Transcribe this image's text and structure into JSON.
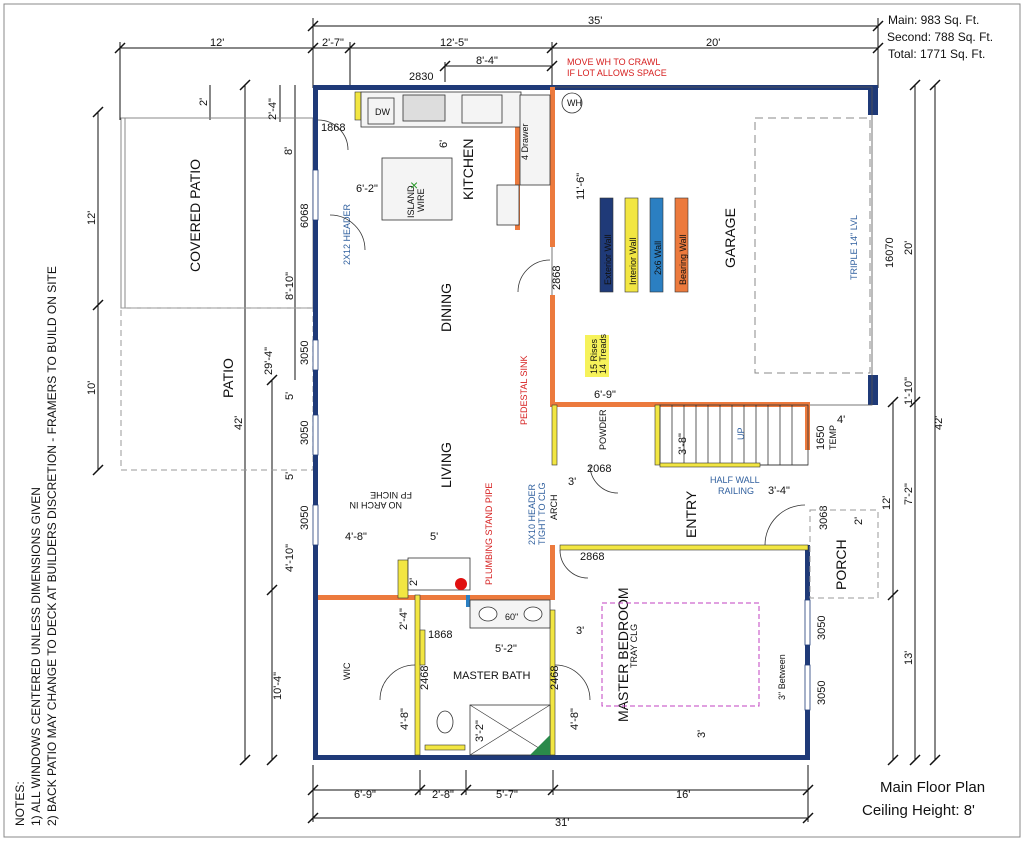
{
  "area": {
    "main": "Main: 983 Sq. Ft.",
    "second": "Second: 788 Sq. Ft.",
    "total": "Total: 1771 Sq. Ft."
  },
  "title": {
    "plan": "Main Floor Plan",
    "ceiling": "Ceiling Height: 8'"
  },
  "notes": {
    "heading": "NOTES:",
    "line1": "1) ALL WINDOWS CENTERED UNLESS DIMENSIONS GIVEN",
    "line2": "2) BACK PATIO MAY CHANGE TO DECK AT BUILDERS DISCRETION - FRAMERS TO BUILD ON SITE"
  },
  "rooms": {
    "covered_patio": "COVERED PATIO",
    "patio": "PATIO",
    "kitchen": "KITCHEN",
    "dining": "DINING",
    "living": "LIVING",
    "garage": "GARAGE",
    "powder": "POWDER",
    "entry": "ENTRY",
    "porch": "PORCH",
    "master_bedroom": "MASTER BEDROOM",
    "master_bath": "MASTER BATH",
    "wic": "WIC"
  },
  "legend": {
    "exterior": "Exterior Wall",
    "interior": "Interior Wall",
    "twobysix": "2x6 Wall",
    "bearing": "Bearing Wall"
  },
  "stairs_note": {
    "rises": "15 Rises",
    "treads": "14 Treads"
  },
  "annotations": {
    "move_wh_1": "MOVE WH TO CRAWL",
    "move_wh_2": "IF LOT ALLOWS SPACE",
    "wh": "WH",
    "dw": "DW",
    "drawer": "4 Drawer",
    "island_1": "ISLAND",
    "island_2": "WIRE",
    "header_2x12": "2X12 HEADER",
    "pedestal": "PEDESTAL SINK",
    "header_2x10_1": "2X10 HEADER",
    "header_2x10_2": "TIGHT TO CLG",
    "arch": "ARCH",
    "plumbing": "PLUMBING STAND PIPE",
    "niche_1": "NO ARCH IN",
    "niche_2": "FP NICHE",
    "half_wall_1": "HALF WALL",
    "half_wall_2": "RAILING",
    "up": "UP",
    "temp": "TEMP",
    "tray": "TRAY CLG",
    "between": "3\" Between",
    "triple_lvl": "TRIPLE 14\" LVL"
  },
  "dimensions": {
    "overall_35": "35'",
    "top_12": "12'",
    "top_2_7": "2'-7\"",
    "top_12_5": "12'-5\"",
    "top_20": "20'",
    "top_8_4": "8'-4\"",
    "w2830": "2830",
    "d6": "6'",
    "d6_2": "6'-2\"",
    "d11_6": "11'-6\"",
    "left_2": "2'",
    "left_2_4": "2'-4\"",
    "left_8": "8'",
    "left_12": "12'",
    "left_10": "10'",
    "left_42": "42'",
    "left_29_4": "29'-4\"",
    "left_8_10": "8'-10\"",
    "left_5a": "5'",
    "left_5b": "5'",
    "left_4_10": "4'-10\"",
    "left_10_4": "10'-4\"",
    "w1868a": "1868",
    "w6068": "6068",
    "w3050a": "3050",
    "w3050b": "3050",
    "w3050c": "3050",
    "w2868a": "2868",
    "w2868b": "2868",
    "w2068": "2068",
    "d6_9": "6'-9\"",
    "d3_8": "3'-8\"",
    "d3": "3'",
    "d4_8": "4'-8\"",
    "d5": "5'",
    "d2": "2'",
    "d2_4": "2'-4\"",
    "w1868b": "1868",
    "d60": "60\"",
    "d5_2": "5'-2\"",
    "d3b": "3'",
    "w2468a": "2468",
    "w2468b": "2468",
    "d4_8b": "4'-8\"",
    "d4_8c": "4'-8\"",
    "d3_2": "3'-2\"",
    "d3c": "3'",
    "d4": "4'",
    "w1650": "1650",
    "d3_4": "3'-4\"",
    "w3068": "3068",
    "d2b": "2'",
    "w3050d": "3050",
    "w3050e": "3050",
    "w16070": "16070",
    "right_20": "20'",
    "right_1_10": "1'-10\"",
    "right_42": "42'",
    "right_12": "12'",
    "right_7_2": "7'-2\"",
    "right_13": "13'",
    "bot_6_9": "6'-9\"",
    "bot_2_8": "2'-8\"",
    "bot_5_7": "5'-7\"",
    "bot_16": "16'",
    "bot_31": "31'"
  },
  "colors": {
    "exterior": "#1f3a78",
    "interior": "#f2e642",
    "twobysix": "#2b7fc2",
    "bearing": "#ec7a3d"
  }
}
